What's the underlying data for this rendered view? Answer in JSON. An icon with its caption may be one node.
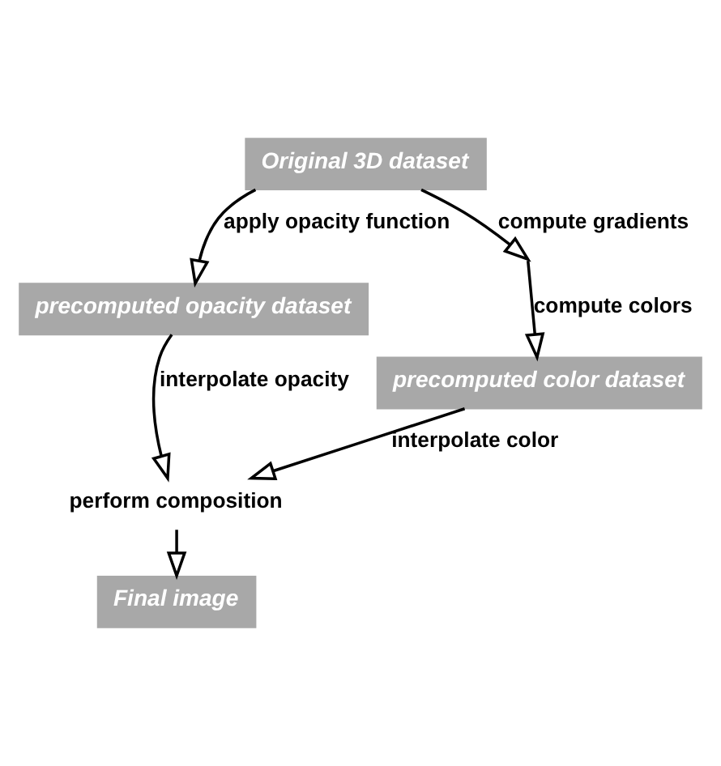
{
  "diagram": {
    "nodes": [
      {
        "text": [
          "Original 3D dataset"
        ]
      },
      {
        "text": [
          "precomputed opacity dataset"
        ]
      },
      {
        "text": [
          "precomputed color dataset"
        ]
      },
      {
        "text": [
          "perform composition"
        ]
      },
      {
        "text": [
          "Final image"
        ]
      }
    ],
    "edges": [
      {
        "from": 0,
        "to": 1,
        "arrow": "to",
        "label": "apply opacity function"
      },
      {
        "from": 0,
        "to": null,
        "arrow": "to",
        "label": "compute gradients"
      },
      {
        "from": null,
        "to": 2,
        "arrow": "to",
        "label": "compute colors"
      },
      {
        "from": 1,
        "to": 3,
        "arrow": "to",
        "label": "interpolate opacity"
      },
      {
        "from": 2,
        "to": 3,
        "arrow": "to",
        "label": "interpolate color"
      },
      {
        "from": 3,
        "to": 4,
        "arrow": "to"
      }
    ]
  }
}
